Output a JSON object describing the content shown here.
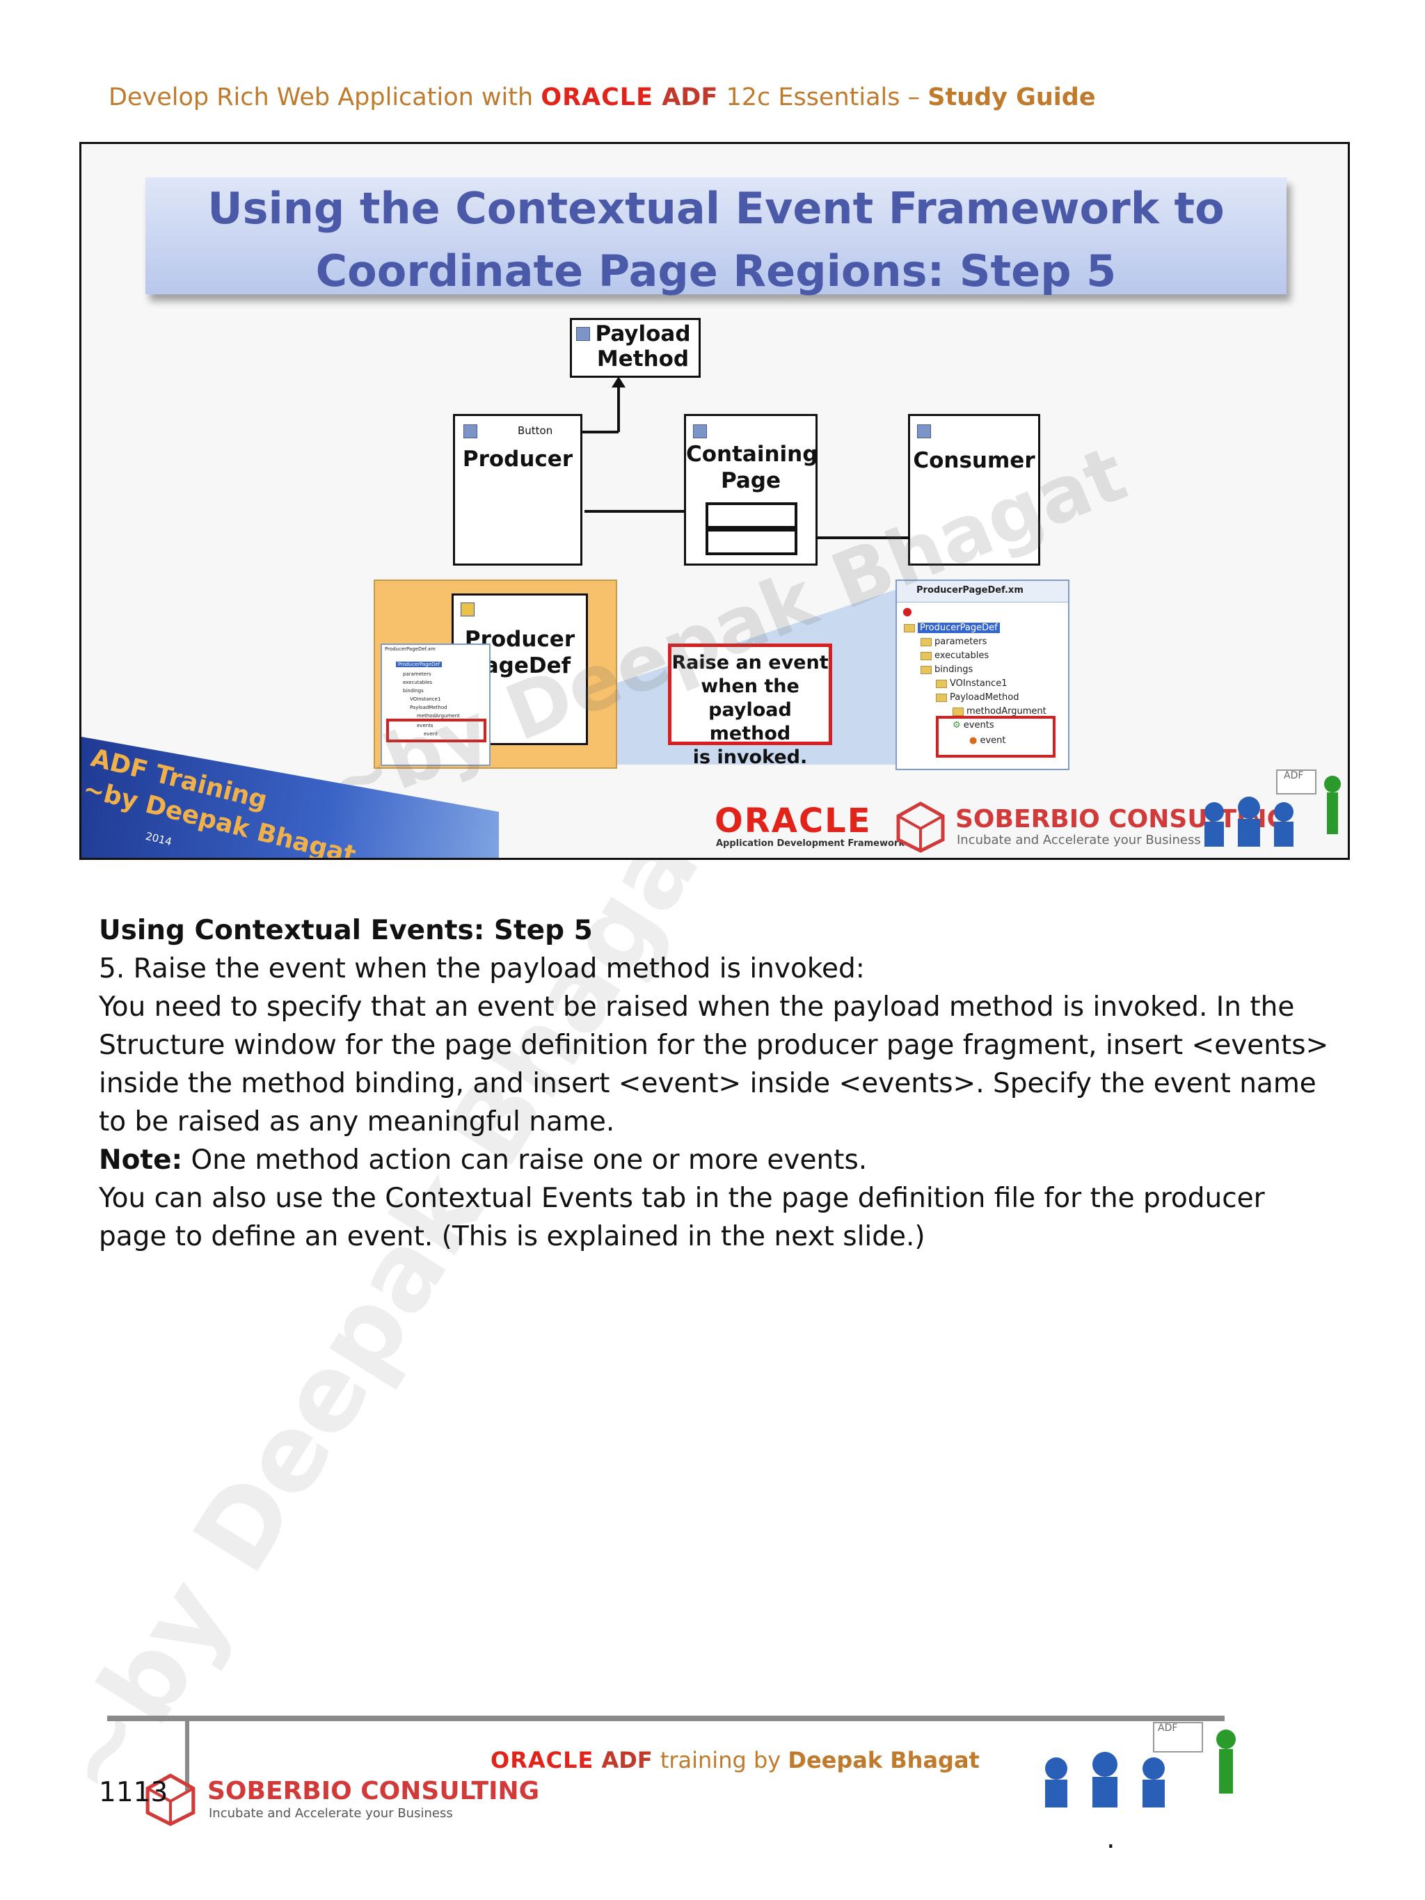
{
  "header": {
    "prefix": "Develop Rich Web Application with ",
    "oracle": "ORACLE",
    "adf": " ADF ",
    "middle": "12c Essentials – ",
    "study_guide": "Study Guide"
  },
  "slide": {
    "title_line1": "Using the Contextual Event Framework to",
    "title_line2": "Coordinate Page Regions: Step 5",
    "payload_label_1": "Payload",
    "payload_label_2": "Method",
    "producer_label": "Producer",
    "button_label": "Button",
    "containing_label_1": "Containing",
    "containing_label_2": "Page",
    "consumer_label": "Consumer",
    "pagedef_label_1": "Producer",
    "pagedef_label_2": "PageDef",
    "raise_text_1": "Raise an event",
    "raise_text_2": "when the",
    "raise_text_3": "payload method",
    "raise_text_4": "is invoked.",
    "tree": {
      "title": "ProducerPageDef.xm",
      "root": "ProducerPageDef",
      "items": [
        "parameters",
        "executables",
        "bindings",
        "VOInstance1",
        "PayloadMethod",
        "methodArgument",
        "events",
        "event"
      ]
    },
    "small_tree": {
      "title": "ProducerPageDef.xm",
      "root": "ProducerPageDef",
      "items": [
        "parameters",
        "executables",
        "bindings",
        "VOInstance1",
        "PayloadMethod",
        "methodArgument",
        "events",
        "event"
      ]
    },
    "adf_training_1": "ADF Training",
    "adf_training_2": "~by Deepak Bhagat",
    "adf_year": "2014",
    "oracle_logo": "ORACLE",
    "oracle_sub": "Application Development Framework",
    "sober_name": "SOBERBIO CONSULTING",
    "sober_tag": "Incubate and Accelerate your Business",
    "adf_board": "ADF"
  },
  "content": {
    "heading": "Using Contextual Events: Step 5",
    "line1": "5. Raise the event when the payload method is invoked:",
    "para": "You need to specify that an event be raised when the payload method is invoked. In the Structure window for the page definition for the producer page fragment, insert <events> inside the method binding, and insert <event> inside <events>. Specify the event name to be raised as any meaningful name.",
    "note_label": "Note:",
    "note_text": " One method action can raise one or more events.",
    "para2": "You can also use the Contextual Events tab in the page definition file for the producer page to define an event. (This is explained in the next slide.)"
  },
  "watermark": {
    "slide_text": "~by Deepak Bhagat",
    "page_text": "~by Deepak Bhagat"
  },
  "footer": {
    "oracle": "ORACLE",
    "adf": " ADF ",
    "training": "training by ",
    "name": "Deepak Bhagat",
    "sober_name": "SOBERBIO CONSULTING",
    "sober_tag": "Incubate and Accelerate your Business",
    "page_number": "1113",
    "dot": ".",
    "adf_board": "ADF"
  }
}
